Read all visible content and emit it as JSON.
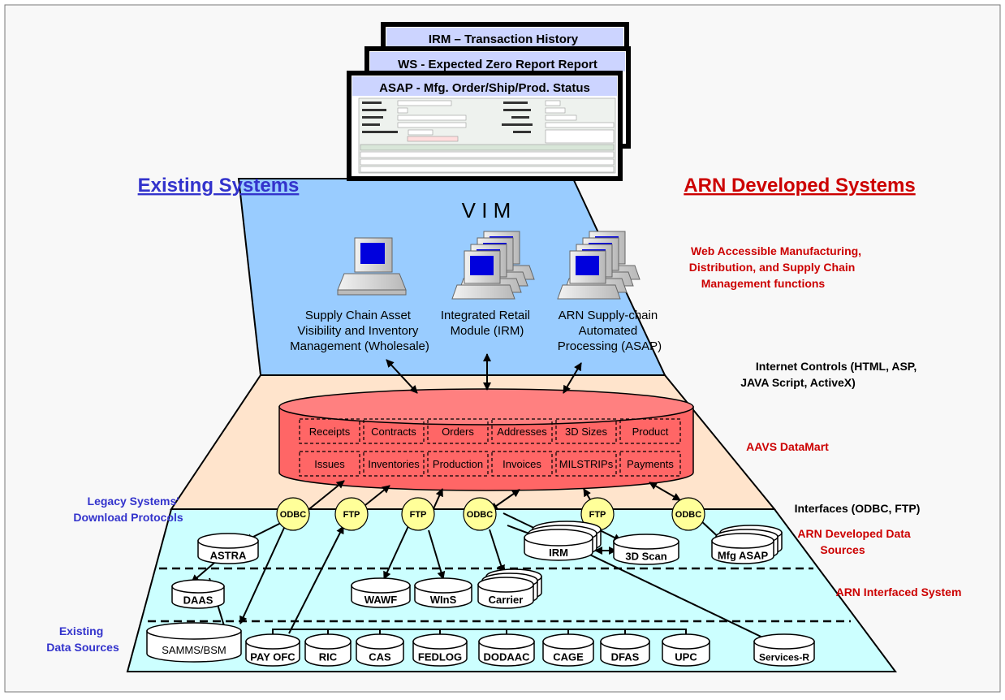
{
  "stack": {
    "back": "IRM – Transaction History",
    "middle": "WS - Expected Zero Report Report",
    "front": "ASAP - Mfg. Order/Ship/Prod. Status"
  },
  "headings": {
    "left": "Existing Systems",
    "right": "ARN Developed Systems"
  },
  "vim": {
    "title": "V I M",
    "systems": [
      [
        "Supply Chain Asset",
        "Visibility and Inventory",
        "Management (Wholesale)"
      ],
      [
        "Integrated Retail",
        "Module (IRM)"
      ],
      [
        "ARN Supply-chain",
        "Automated",
        "Processing (ASAP)"
      ]
    ]
  },
  "right_labels": {
    "web": [
      "Web  Accessible Manufacturing,",
      "Distribution, and Supply Chain",
      "Management functions"
    ],
    "internet": [
      "Internet Controls (HTML, ASP,",
      "JAVA Script, ActiveX)"
    ],
    "datamart": "AAVS DataMart",
    "interfaces": "Interfaces (ODBC, FTP)",
    "arn_sources": [
      "ARN Developed Data",
      "Sources"
    ],
    "arn_interfaced": "ARN Interfaced System"
  },
  "left_labels": {
    "legacy": [
      "Legacy Systems'",
      "Download Protocols"
    ],
    "existing": [
      "Existing",
      "Data Sources"
    ]
  },
  "datamart_row1": [
    "Receipts",
    "Contracts",
    "Orders",
    "Addresses",
    "3D Sizes",
    "Product"
  ],
  "datamart_row2": [
    "Issues",
    "Inventories",
    "Production",
    "Invoices",
    "MILSTRIPs",
    "Payments"
  ],
  "protocols": [
    "ODBC",
    "FTP",
    "FTP",
    "ODBC",
    "FTP",
    "ODBC"
  ],
  "sources": {
    "astra": "ASTRA",
    "daas": "DAAS",
    "irm": "IRM",
    "scan": "3D Scan",
    "mfg": "Mfg ASAP",
    "wawf": "WAWF",
    "wins": "WInS",
    "carrier": "Carrier",
    "samms": "SAMMS/BSM",
    "bottom": [
      "PAY OFC",
      "RIC",
      "CAS",
      "FEDLOG",
      "DODAAC",
      "CAGE",
      "DFAS",
      "UPC"
    ],
    "services": "Services-R"
  },
  "colors": {
    "vim_band": "#99ccff",
    "datamart_band": "#ffe4cc",
    "lower_band": "#ccffff",
    "cylinder_red": "#ff6666",
    "protocol_yellow": "#ffff99",
    "heading_blue": "#3333cc",
    "heading_red": "#cc0000"
  }
}
